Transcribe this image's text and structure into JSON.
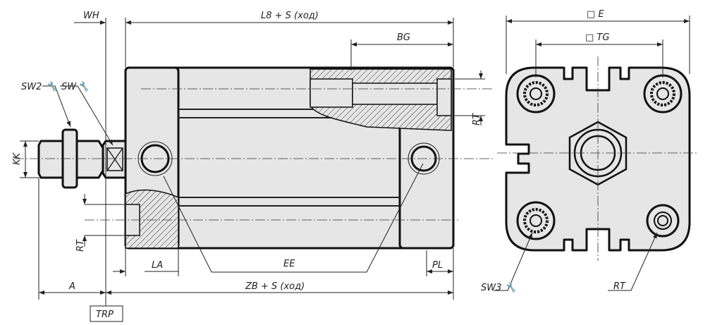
{
  "labels": {
    "wh": "WH",
    "l8": "L8 + S (ход)",
    "bg": "BG",
    "sw2": "SW2",
    "sw": "SW",
    "kk": "KK",
    "rt_right": "RT",
    "rt_left": "RT",
    "la": "LA",
    "ee": "EE",
    "pl": "PL",
    "a": "A",
    "zb": "ZB + S (ход)",
    "trp": "TRP",
    "e": "□ E",
    "tg": "□ TG",
    "sw3": "SW3",
    "rt_end": "RT"
  },
  "colors": {
    "part_fill": "#e6e6e6",
    "outline": "#111111"
  }
}
